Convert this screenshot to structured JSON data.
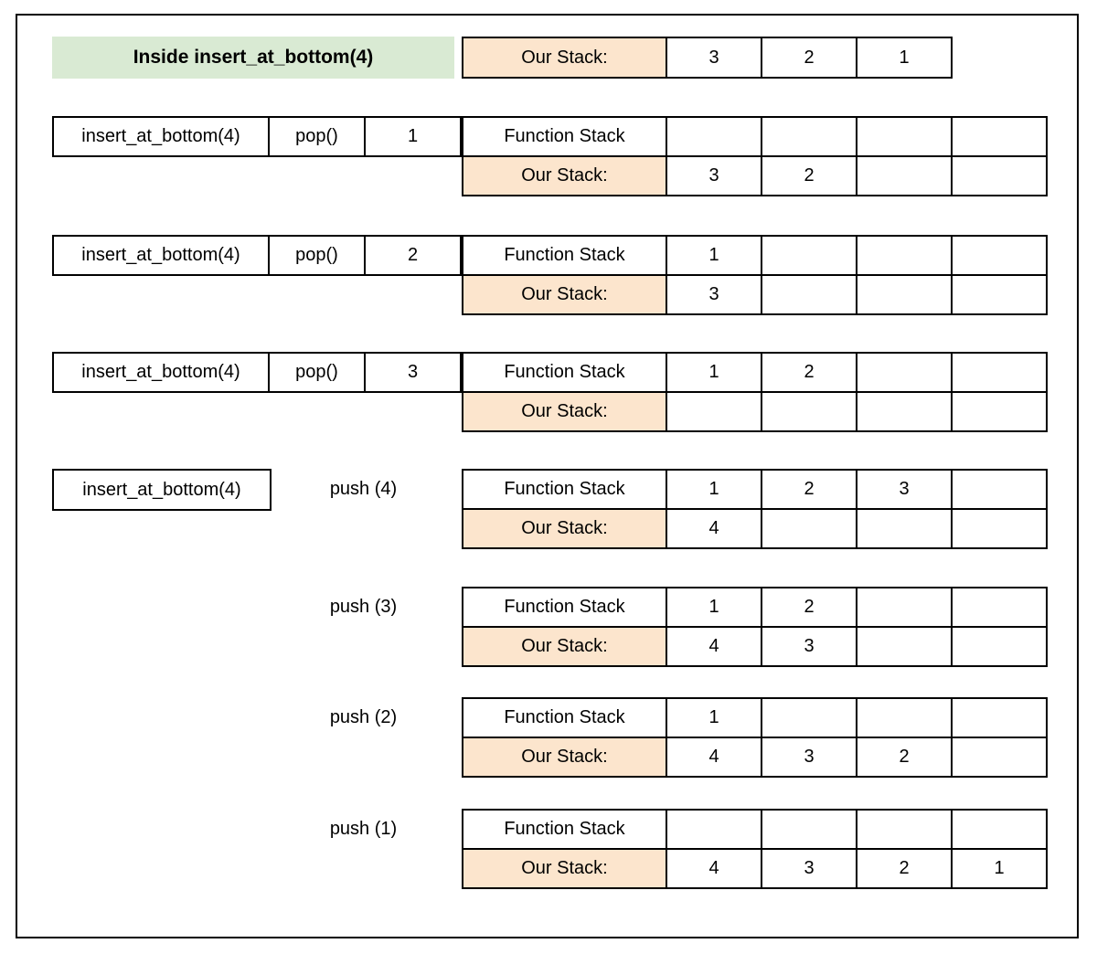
{
  "colors": {
    "green": "#d9ead3",
    "orange": "#fce5cd",
    "border": "#000000"
  },
  "labels": {
    "function_stack": "Function Stack",
    "our_stack": "Our Stack:"
  },
  "header": {
    "title": "Inside insert_at_bottom(4)",
    "stack_cells": [
      "3",
      "2",
      "1"
    ]
  },
  "blocks": [
    {
      "call": "insert_at_bottom(4)",
      "op": "pop()",
      "value": "1",
      "function_stack": [
        "",
        "",
        "",
        ""
      ],
      "our_stack": [
        "3",
        "2",
        "",
        ""
      ]
    },
    {
      "call": "insert_at_bottom(4)",
      "op": "pop()",
      "value": "2",
      "function_stack": [
        "1",
        "",
        "",
        ""
      ],
      "our_stack": [
        "3",
        "",
        "",
        ""
      ]
    },
    {
      "call": "insert_at_bottom(4)",
      "op": "pop()",
      "value": "3",
      "function_stack": [
        "1",
        "2",
        "",
        ""
      ],
      "our_stack": [
        "",
        "",
        "",
        ""
      ]
    },
    {
      "call": "insert_at_bottom(4)",
      "op": "push (4)",
      "function_stack": [
        "1",
        "2",
        "3",
        ""
      ],
      "our_stack": [
        "4",
        "",
        "",
        ""
      ]
    },
    {
      "op": "push (3)",
      "function_stack": [
        "1",
        "2",
        "",
        ""
      ],
      "our_stack": [
        "4",
        "3",
        "",
        ""
      ]
    },
    {
      "op": "push (2)",
      "function_stack": [
        "1",
        "",
        "",
        ""
      ],
      "our_stack": [
        "4",
        "3",
        "2",
        ""
      ]
    },
    {
      "op": "push (1)",
      "function_stack": [
        "",
        "",
        "",
        ""
      ],
      "our_stack": [
        "4",
        "3",
        "2",
        "1"
      ]
    }
  ]
}
